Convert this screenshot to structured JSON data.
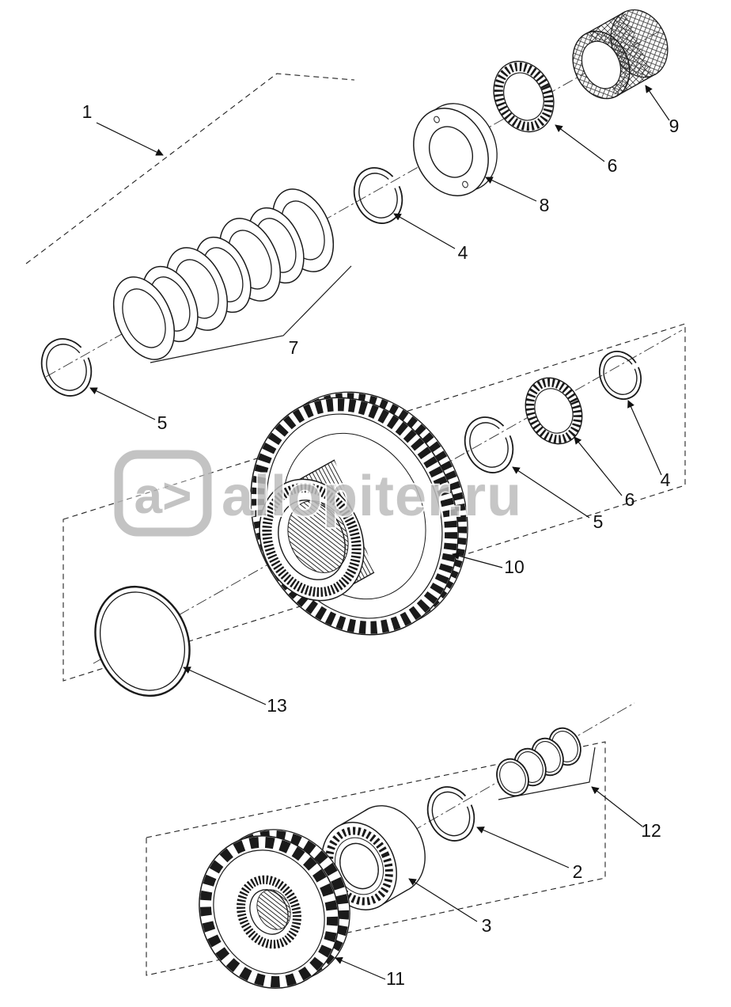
{
  "colors": {
    "line": "#1a1a1a",
    "background": "#ffffff",
    "watermark": "#bdbdbd"
  },
  "watermark": {
    "logo_text": "a>",
    "site_text": "allopiter.ru"
  },
  "parts": {
    "1": "1",
    "2": "2",
    "3": "3",
    "4": "4",
    "5": "5",
    "6": "6",
    "7": "7",
    "8": "8",
    "9": "9",
    "10": "10",
    "11": "11",
    "12": "12",
    "13": "13"
  }
}
